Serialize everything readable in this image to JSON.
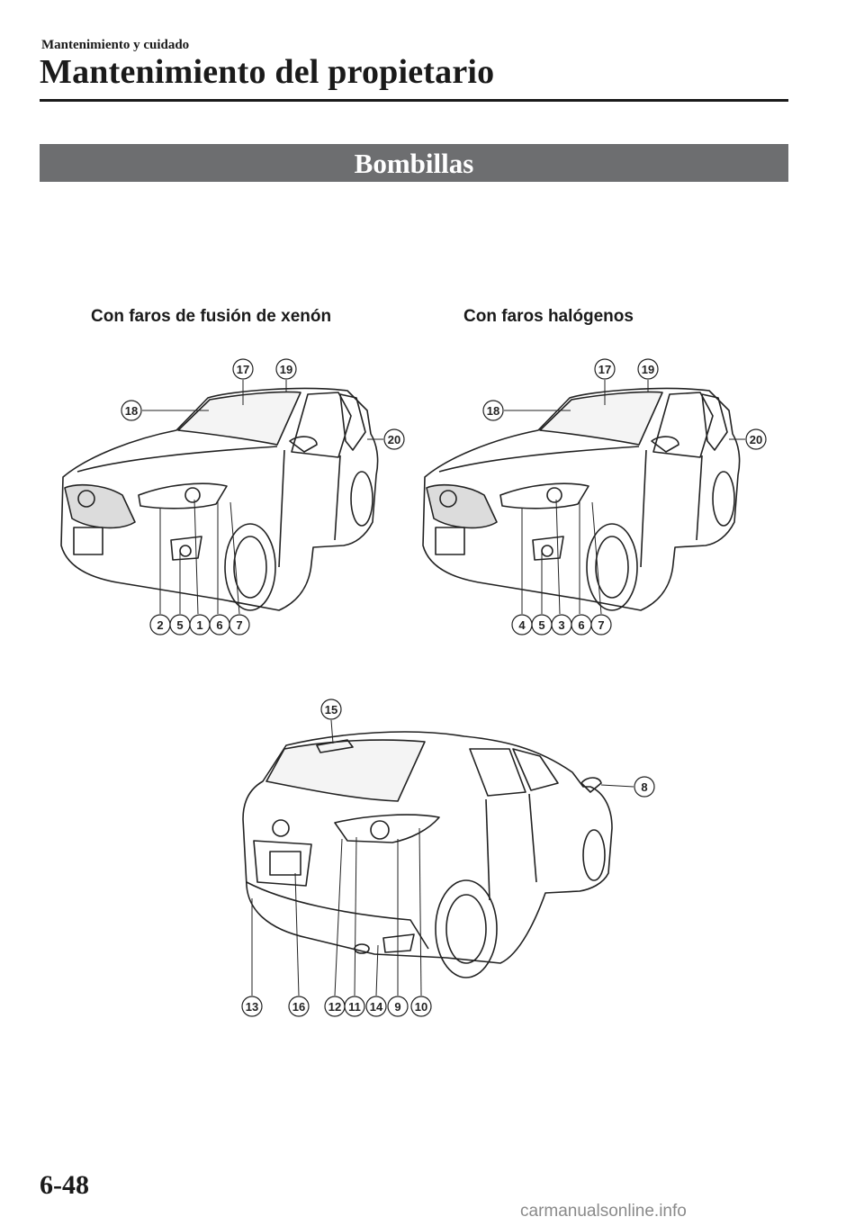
{
  "header": {
    "section": "Mantenimiento y cuidado",
    "title": "Mantenimiento del propietario"
  },
  "banner": "Bombillas",
  "captions": {
    "xenon": "Con faros de fusión de xenón",
    "halogen": "Con faros halógenos"
  },
  "diagrams": {
    "front_xenon": {
      "callouts_top": [
        "17",
        "19",
        "18",
        "20"
      ],
      "callouts_bottom": [
        "2",
        "5",
        "1",
        "6",
        "7"
      ]
    },
    "front_halogen": {
      "callouts_top": [
        "17",
        "19",
        "18",
        "20"
      ],
      "callouts_bottom": [
        "4",
        "5",
        "3",
        "6",
        "7"
      ]
    },
    "rear": {
      "callouts_top": [
        "15",
        "8"
      ],
      "callouts_bottom": [
        "13",
        "16",
        "12",
        "11",
        "14",
        "9",
        "10"
      ]
    }
  },
  "footer": {
    "page_number": "6-48",
    "watermark": "carmanualsonline.info"
  }
}
